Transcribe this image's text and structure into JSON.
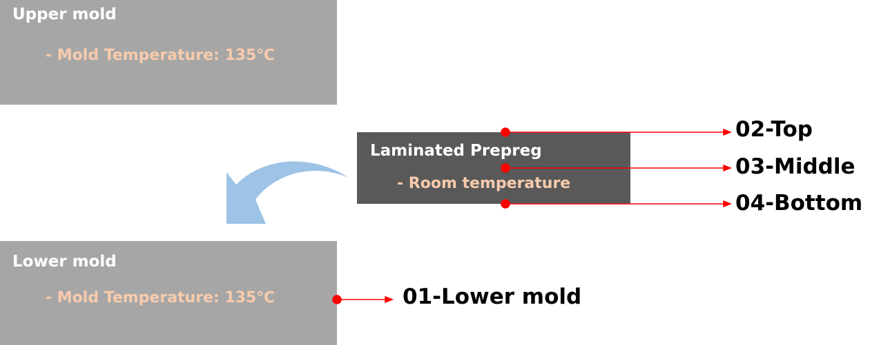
{
  "upper_mold": {
    "title": "Upper mold",
    "detail": "- Mold Temperature: 135℃"
  },
  "lower_mold": {
    "title": "Lower mold",
    "detail": "- Mold Temperature: 135℃"
  },
  "prepreg": {
    "title": "Laminated Prepreg",
    "detail": "- Room temperature"
  },
  "sensors": [
    "01-Lower mold",
    "02-Top",
    "03-Middle",
    "04-Bottom"
  ],
  "colors": {
    "mold": "#a6a6a6",
    "prepreg": "#595959",
    "detail_text": "#f8cbad",
    "sensor_line": "#ff0000",
    "arrow": "#9dc3e6"
  }
}
